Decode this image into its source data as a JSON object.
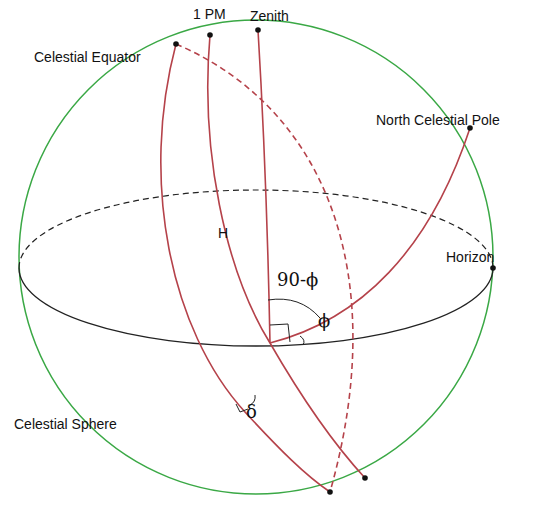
{
  "diagram": {
    "labels": [
      "1 PM",
      "Zenith",
      "Celestial Equator",
      "North Celestial Pole",
      "Horizon",
      "H",
      "90-ϕ",
      "ϕ",
      "δ",
      "Celestial Sphere"
    ]
  }
}
